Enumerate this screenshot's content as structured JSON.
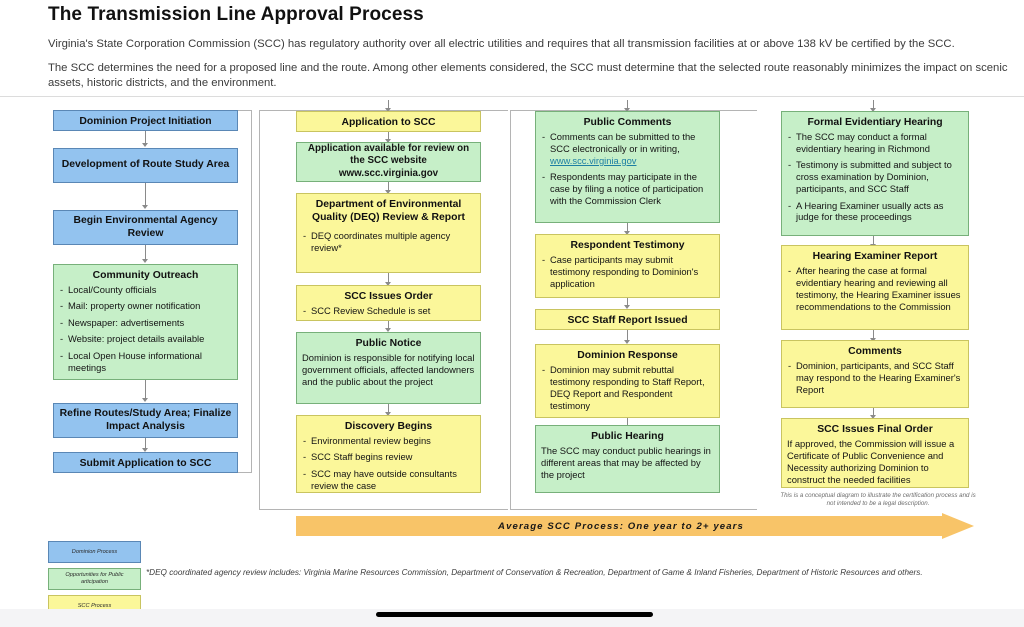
{
  "header": {
    "title": "The Transmission Line Approval Process",
    "paragraph1": "Virginia's State Corporation Commission (SCC) has regulatory authority over all electric utilities and requires that all transmission facilities at or above 138 kV be certified by the SCC.",
    "paragraph2": "The SCC determines the need for a proposed line and the route.  Among other elements considered, the SCC must determine that the selected route reasonably minimizes the impact on scenic assets, historic districts, and the environment."
  },
  "colors": {
    "dominion_blue": "#93c3ef",
    "public_green": "#c6efc8",
    "scc_yellow": "#fbf79a",
    "timeline_orange": "#f8c468",
    "link_blue": "#1d7fa3"
  },
  "column1": {
    "boxes": [
      {
        "title": "Dominion Project Initiation",
        "type": "blue",
        "items": []
      },
      {
        "title": "Development of Route Study Area",
        "type": "blue",
        "items": []
      },
      {
        "title": "Begin Environmental Agency Review",
        "type": "blue",
        "items": []
      },
      {
        "title": "Community Outreach",
        "type": "green",
        "items": [
          "Local/County officials",
          "Mail: property owner notification",
          "Newspaper: advertisements",
          "Website: project details available",
          "Local Open House informational meetings"
        ]
      },
      {
        "title": "Refine Routes/Study Area; Finalize Impact Analysis",
        "type": "blue",
        "items": []
      },
      {
        "title": "Submit Application to SCC",
        "type": "blue",
        "items": []
      }
    ]
  },
  "column2": {
    "boxes": [
      {
        "title": "Application to SCC",
        "type": "yellow",
        "items": []
      },
      {
        "title": "",
        "type": "green",
        "centered": "Application available for review on the SCC website www.scc.virginia.gov",
        "items": []
      },
      {
        "title": "Department of Environmental Quality (DEQ) Review & Report",
        "type": "yellow",
        "items": [
          "DEQ coordinates multiple agency review*"
        ]
      },
      {
        "title": "SCC Issues Order",
        "type": "yellow",
        "items": [
          "SCC Review Schedule is set"
        ]
      },
      {
        "title": "Public Notice",
        "type": "green",
        "plain": "Dominion is responsible for notifying local government officials, affected landowners and the public about the project",
        "items": []
      },
      {
        "title": "Discovery Begins",
        "type": "yellow",
        "items": [
          "Environmental review begins",
          "SCC Staff begins review",
          "SCC may have outside consultants review the case"
        ]
      }
    ]
  },
  "column3": {
    "boxes": [
      {
        "title": "Public Comments",
        "type": "green",
        "items": [
          "Comments can be submitted to the SCC electronically or in writing, ",
          "Respondents may participate in the case by filing a notice of participation with the Commission Clerk"
        ],
        "link": "www.scc.virginia.gov"
      },
      {
        "title": "Respondent Testimony",
        "type": "yellow",
        "items": [
          "Case participants may submit testimony responding to Dominion's application"
        ]
      },
      {
        "title": "SCC Staff Report Issued",
        "type": "yellow",
        "items": []
      },
      {
        "title": "Dominion Response",
        "type": "yellow",
        "items": [
          "Dominion may submit rebuttal testimony responding to Staff Report, DEQ Report and Respondent testimony"
        ]
      },
      {
        "title": "Public Hearing",
        "type": "green",
        "plain": "The SCC may conduct public hearings in different areas that may be affected by the project",
        "items": []
      }
    ]
  },
  "column4": {
    "boxes": [
      {
        "title": "Formal Evidentiary Hearing",
        "type": "green",
        "items": [
          "The SCC may conduct a formal evidentiary hearing in Richmond",
          "Testimony is submitted and subject to cross examination by Dominion, participants, and SCC Staff",
          "A Hearing Examiner usually acts as judge for these proceedings"
        ]
      },
      {
        "title": "Hearing Examiner Report",
        "type": "yellow",
        "items": [
          "After hearing the case at formal evidentiary hearing and reviewing all testimony, the Hearing Examiner issues recommendations to the Commission"
        ]
      },
      {
        "title": "Comments",
        "type": "yellow",
        "items": [
          "Dominion, participants, and SCC Staff may respond to the Hearing Examiner's Report"
        ]
      },
      {
        "title": "SCC Issues Final Order",
        "type": "yellow",
        "plain": "If approved, the Commission will issue a Certificate of Public Convenience and Necessity authorizing Dominion to construct the needed facilities",
        "items": []
      }
    ]
  },
  "disclaimer": "This is a conceptual diagram to illustrate the certification process and is not intended to be a legal description.",
  "timeline": {
    "label": "Average SCC Process: One year to 2+ years"
  },
  "legend": {
    "items": [
      {
        "label": "Dominion Process",
        "type": "blue"
      },
      {
        "label": "Opportunities for Public articipation",
        "type": "green"
      },
      {
        "label": "SCC Process",
        "type": "yellow"
      }
    ]
  },
  "footnote": "*DEQ coordinated agency review includes: Virginia Marine Resources Commission, Department of Conservation & Recreation, Department of Game & Inland Fisheries, Department of Historic Resources and others."
}
